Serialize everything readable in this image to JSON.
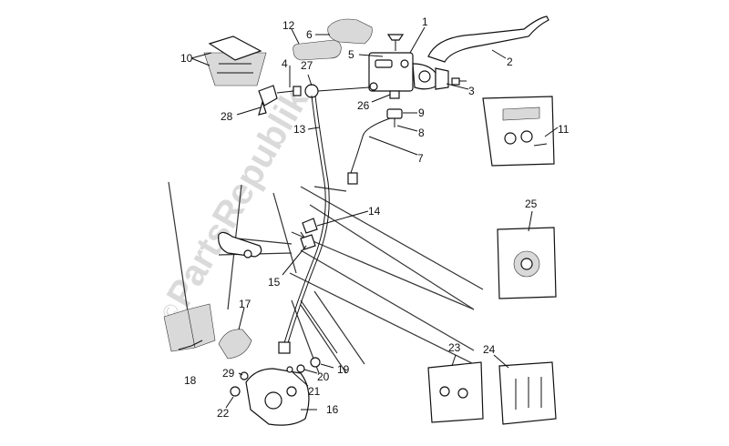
{
  "diagram": {
    "part_numbers": [
      "1",
      "2",
      "3",
      "4",
      "5",
      "6",
      "7",
      "8",
      "9",
      "10",
      "11",
      "12",
      "13",
      "14",
      "15",
      "16",
      "17",
      "18",
      "19",
      "20",
      "21",
      "22",
      "23",
      "24",
      "25",
      "26",
      "27",
      "28",
      "29"
    ],
    "watermark": "PartsRepublik",
    "colors": {
      "line": "#111111",
      "watermark": "#bdbdbd",
      "background": "#ffffff"
    }
  }
}
